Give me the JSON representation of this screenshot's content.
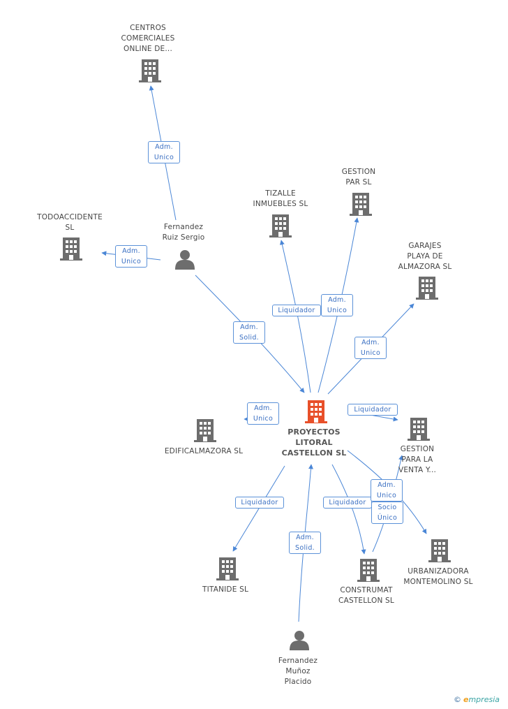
{
  "colors": {
    "edge": "#4a86d6",
    "building": "#6d6d6d",
    "center_building": "#e8502a",
    "person": "#6d6d6d",
    "label_border": "#5b91d8"
  },
  "nodes": [
    {
      "id": "centros",
      "kind": "building",
      "lines": [
        "CENTROS",
        "COMERCIALES",
        "ONLINE DE..."
      ]
    },
    {
      "id": "tizalle",
      "kind": "building",
      "lines": [
        "TIZALLE",
        "INMUEBLES SL"
      ]
    },
    {
      "id": "gestion_par",
      "kind": "building",
      "lines": [
        "GESTION",
        "PAR SL"
      ]
    },
    {
      "id": "todoaccidente",
      "kind": "building",
      "lines": [
        "TODOACCIDENTE",
        "SL"
      ]
    },
    {
      "id": "fernandez_ruiz",
      "kind": "person",
      "lines": [
        "Fernandez",
        "Ruiz Sergio"
      ]
    },
    {
      "id": "garajes",
      "kind": "building",
      "lines": [
        "GARAJES",
        "PLAYA DE",
        "ALMAZORA SL"
      ]
    },
    {
      "id": "proyectos",
      "kind": "center",
      "lines": [
        "PROYECTOS",
        "LITORAL",
        "CASTELLON SL"
      ]
    },
    {
      "id": "edificalmazora",
      "kind": "building",
      "lines": [
        "EDIFICALMAZORA SL"
      ]
    },
    {
      "id": "gestion_venta",
      "kind": "building",
      "lines": [
        "GESTION",
        "PARA LA",
        "VENTA Y..."
      ]
    },
    {
      "id": "titanide",
      "kind": "building",
      "lines": [
        "TITANIDE SL"
      ]
    },
    {
      "id": "construmat",
      "kind": "building",
      "lines": [
        "CONSTRUMAT",
        "CASTELLON SL"
      ]
    },
    {
      "id": "urbanizadora",
      "kind": "building",
      "lines": [
        "URBANIZADORA",
        "MONTEMOLINO SL"
      ]
    },
    {
      "id": "fernandez_munoz",
      "kind": "person",
      "lines": [
        "Fernandez",
        "Muñoz",
        "Placido"
      ]
    }
  ],
  "edges": [
    {
      "id": "e_centros",
      "label": [
        "Adm.",
        "Unico"
      ]
    },
    {
      "id": "e_todo",
      "label": [
        "Adm.",
        "Unico"
      ]
    },
    {
      "id": "e_ruiz_proy",
      "label": [
        "Adm.",
        "Solid."
      ]
    },
    {
      "id": "e_tizalle",
      "label": [
        "Liquidador"
      ]
    },
    {
      "id": "e_gpar",
      "label": [
        "Adm.",
        "Unico"
      ]
    },
    {
      "id": "e_garajes",
      "label": [
        "Adm.",
        "Unico"
      ]
    },
    {
      "id": "e_edific",
      "label": [
        "Adm.",
        "Unico"
      ]
    },
    {
      "id": "e_gventa",
      "label": [
        "Liquidador"
      ]
    },
    {
      "id": "e_titanide",
      "label": [
        "Liquidador"
      ]
    },
    {
      "id": "e_munoz",
      "label": [
        "Adm.",
        "Solid."
      ]
    },
    {
      "id": "e_construmat",
      "label": [
        "Liquidador"
      ]
    },
    {
      "id": "e_urban",
      "label": [
        "Adm.",
        "Unico"
      ]
    },
    {
      "id": "e_socio",
      "label": [
        "Socio",
        "Único"
      ]
    }
  ],
  "footer": {
    "copyright": "©",
    "brand_initial": "e",
    "brand_rest": "mpresia"
  }
}
